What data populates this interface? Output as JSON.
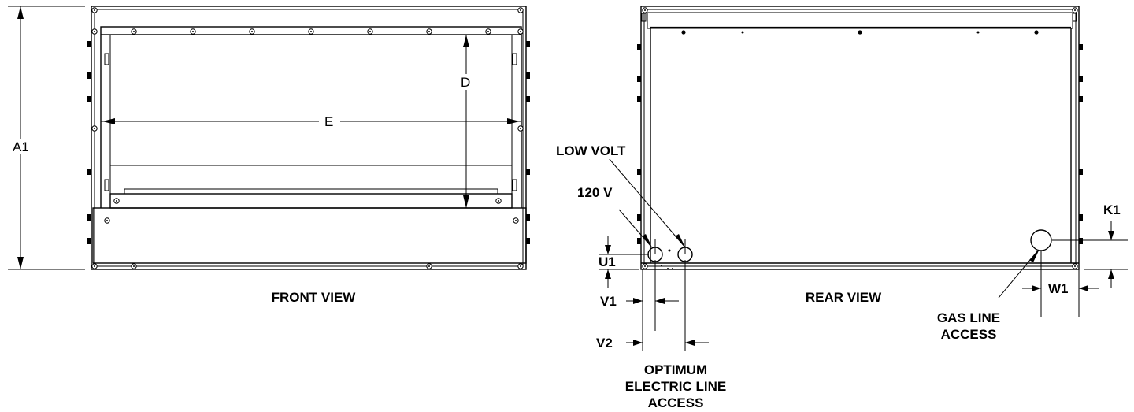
{
  "front_view": {
    "caption": "FRONT VIEW",
    "dims": {
      "a1": "A1",
      "d": "D",
      "e": "E"
    }
  },
  "rear_view": {
    "caption": "REAR VIEW",
    "labels": {
      "low_volt": "LOW VOLT",
      "v120": "120 V",
      "gas_line_1": "GAS LINE",
      "gas_line_2": "ACCESS",
      "electric_1": "OPTIMUM",
      "electric_2": "ELECTRIC LINE",
      "electric_3": "ACCESS"
    },
    "dims": {
      "k1": "K1",
      "u1": "U1",
      "v1": "V1",
      "v2": "V2",
      "w1": "W1"
    }
  }
}
